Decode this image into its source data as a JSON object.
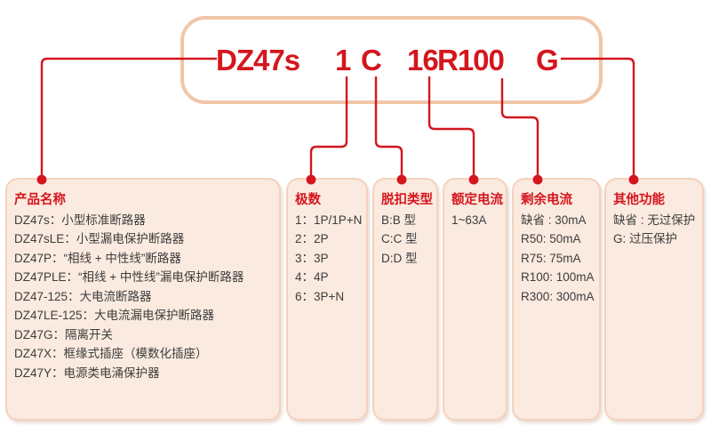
{
  "accent_color": "#d4161e",
  "box_border_color": "#f1c6a7",
  "panel_fill_color": "#fbeadf",
  "model": {
    "full": "DZ47s 1 C 16 R100 G",
    "segments": [
      "DZ47s",
      "1",
      "C",
      "16",
      "R100",
      "G"
    ]
  },
  "panels": [
    {
      "title": "产品名称",
      "items": [
        "DZ47s：小型标准断路器",
        "DZ47sLE：小型漏电保护断路器",
        "DZ47P：“相线 + 中性线”断路器",
        "DZ47PLE：“相线 + 中性线”漏电保护断路器",
        "DZ47-125：大电流断路器",
        "DZ47LE-125：大电流漏电保护断路器",
        "DZ47G：隔离开关",
        "DZ47X：框缘式插座（模数化插座）",
        "DZ47Y：电源类电涌保护器"
      ]
    },
    {
      "title": "极数",
      "items": [
        "1：1P/1P+N",
        "2：2P",
        "3：3P",
        "4：4P",
        "6：3P+N"
      ]
    },
    {
      "title": "脱扣类型",
      "items": [
        "B:B 型",
        "C:C 型",
        "D:D 型"
      ]
    },
    {
      "title": "额定电流",
      "items": [
        "1~63A"
      ]
    },
    {
      "title": "剩余电流",
      "items": [
        "缺省 : 30mA",
        "R50: 50mA",
        "R75: 75mA",
        "R100: 100mA",
        "R300: 300mA"
      ]
    },
    {
      "title": "其他功能",
      "items": [
        "缺省 : 无过保护",
        "G: 过压保护"
      ]
    }
  ]
}
